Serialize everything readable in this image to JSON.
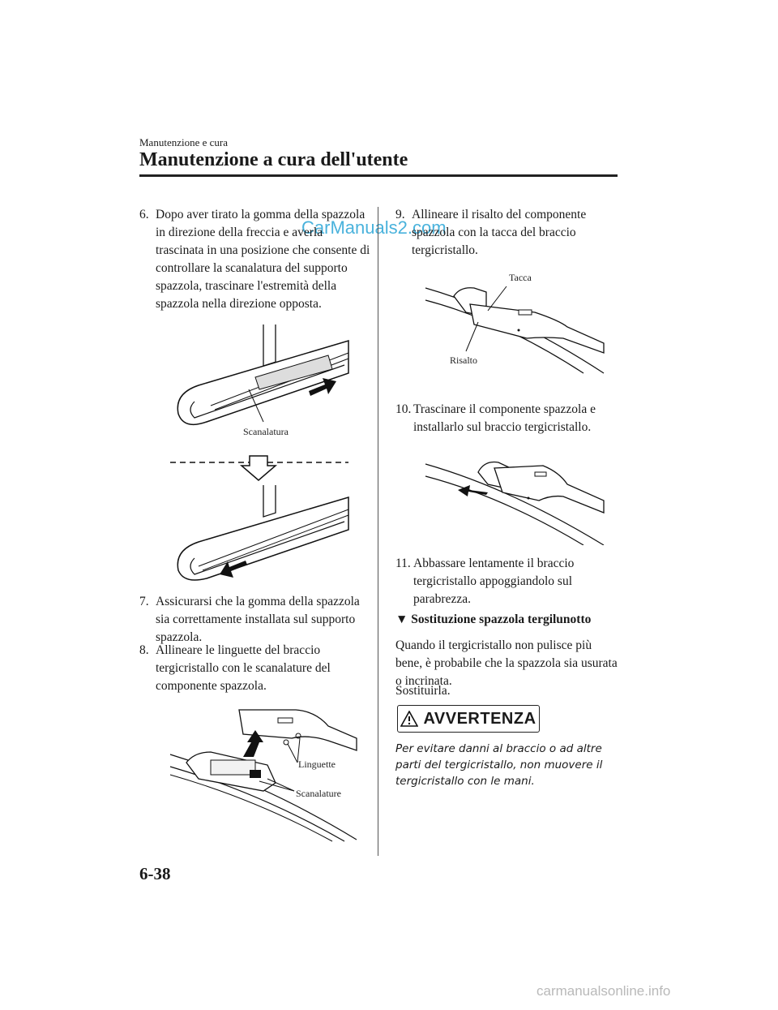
{
  "header": {
    "section": "Manutenzione e cura",
    "title": "Manutenzione a cura dell'utente"
  },
  "watermark": "CarManuals2.com",
  "left_column": {
    "step6": {
      "num": "6.",
      "text": "Dopo aver tirato la gomma della spazzola in direzione della freccia e averla trascinata in una posizione che consente di controllare la scanalatura del supporto spazzola, trascinare l'estremità della spazzola nella direzione opposta."
    },
    "fig6_label": "Scanalatura",
    "step7": {
      "num": "7.",
      "text": "Assicurarsi che la gomma della spazzola sia correttamente installata sul supporto spazzola."
    },
    "step8": {
      "num": "8.",
      "text": "Allineare le linguette del braccio tergicristallo con le scanalature del componente spazzola."
    },
    "fig8_labels": {
      "tabs": "Linguette",
      "grooves": "Scanalature"
    }
  },
  "right_column": {
    "step9": {
      "num": "9.",
      "text": "Allineare il risalto del componente spazzola con la tacca del braccio tergicristallo."
    },
    "fig9_labels": {
      "notch": "Tacca",
      "ridge": "Risalto"
    },
    "step10": {
      "num": "10.",
      "text": "Trascinare il componente spazzola e installarlo sul braccio tergicristallo."
    },
    "step11": {
      "num": "11.",
      "text": "Abbassare lentamente il braccio tergicristallo appoggiandolo sul parabrezza."
    },
    "subheading": "Sostituzione spazzola tergilunotto",
    "body": "Quando il tergicristallo non pulisce più bene, è probabile che la spazzola sia usurata o incrinata.",
    "body2": "Sostituirla.",
    "warning_label": "AVVERTENZA",
    "warning_text": "Per evitare danni al braccio o ad altre parti del tergicristallo, non muovere il tergicristallo con le mani."
  },
  "page_number": "6-38",
  "footer_watermark": "carmanualsonline.info"
}
